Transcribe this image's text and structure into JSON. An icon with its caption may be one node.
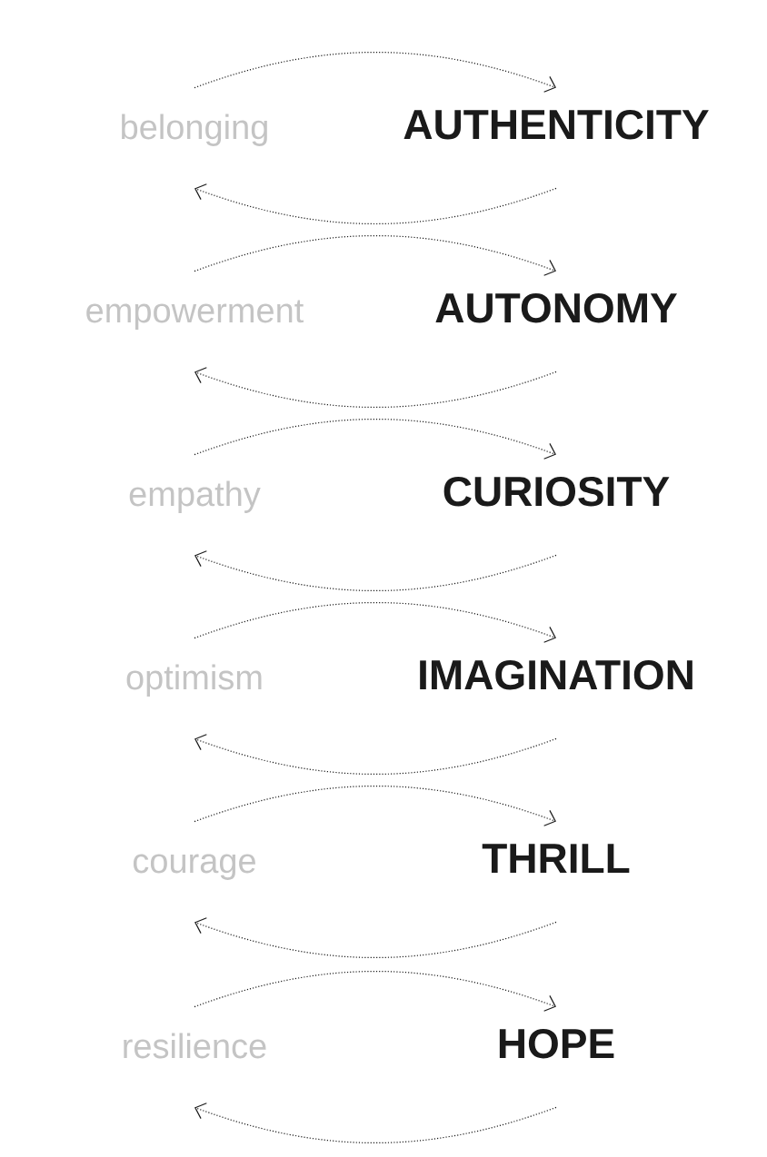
{
  "diagram": {
    "nodes": [
      {
        "text": [
          "belonging"
        ]
      },
      {
        "text": [
          "AUTHENTICITY"
        ]
      },
      {
        "text": [
          "empowerment"
        ]
      },
      {
        "text": [
          "AUTONOMY"
        ]
      },
      {
        "text": [
          "empathy"
        ]
      },
      {
        "text": [
          "CURIOSITY"
        ]
      },
      {
        "text": [
          "optimism"
        ]
      },
      {
        "text": [
          "IMAGINATION"
        ]
      },
      {
        "text": [
          "courage"
        ]
      },
      {
        "text": [
          "THRILL"
        ]
      },
      {
        "text": [
          "resilience"
        ]
      },
      {
        "text": [
          "HOPE"
        ]
      }
    ],
    "edges": [
      {
        "from": 0,
        "to": 1,
        "arrow": "to"
      },
      {
        "from": 1,
        "to": 0,
        "arrow": "to"
      },
      {
        "from": 2,
        "to": 3,
        "arrow": "to"
      },
      {
        "from": 3,
        "to": 2,
        "arrow": "to"
      },
      {
        "from": 4,
        "to": 5,
        "arrow": "to"
      },
      {
        "from": 5,
        "to": 4,
        "arrow": "to"
      },
      {
        "from": 6,
        "to": 7,
        "arrow": "to"
      },
      {
        "from": 7,
        "to": 6,
        "arrow": "to"
      },
      {
        "from": 8,
        "to": 9,
        "arrow": "to"
      },
      {
        "from": 9,
        "to": 8,
        "arrow": "to"
      },
      {
        "from": 10,
        "to": 11,
        "arrow": "to"
      },
      {
        "from": 11,
        "to": 10,
        "arrow": "to"
      }
    ]
  }
}
